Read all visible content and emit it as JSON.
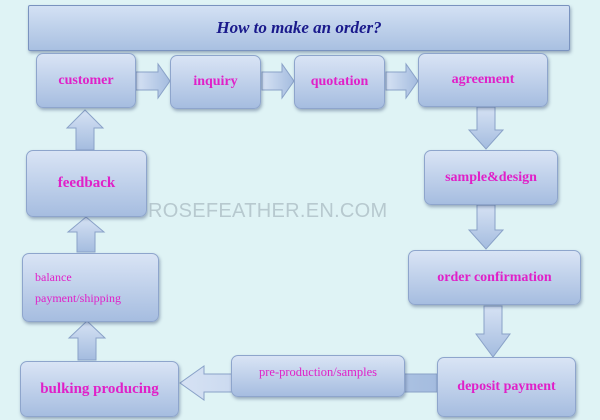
{
  "title": "How to make an order?",
  "watermark": "ROSEFEATHER.EN.COM",
  "steps": {
    "customer": "customer",
    "inquiry": "inquiry",
    "quotation": "quotation",
    "agreement": "agreement",
    "sample_design": "sample&design",
    "order_confirmation": "order confirmation",
    "deposit_payment": "deposit payment",
    "pre_production": "pre-production/samples",
    "bulking_producing": "bulking producing",
    "balance_line1": "balance",
    "balance_line2": "payment/shipping",
    "feedback": "feedback"
  },
  "colors": {
    "background": "#dff3f5",
    "box": "#b9cdea",
    "step_text": "#e020c8",
    "title_text": "#1a1a8c"
  }
}
